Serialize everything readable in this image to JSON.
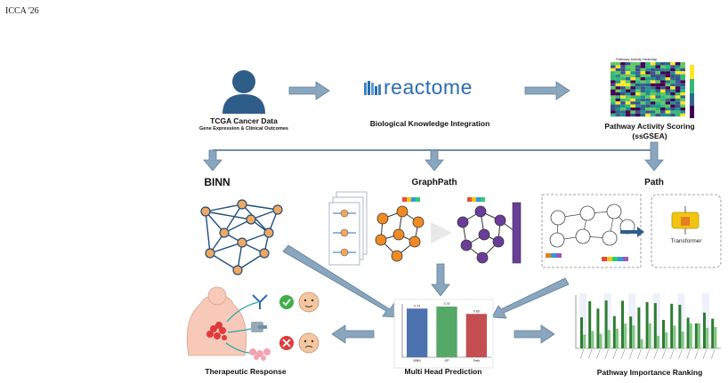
{
  "header": {
    "conference": "ICCA '26"
  },
  "top_row": {
    "tcga": {
      "title": "TCGA Cancer Data",
      "subtitle": "Gene Expression & Clinical Outcomes"
    },
    "reactome": {
      "logo_text": "reactome",
      "caption": "Biological Knowledge Integration"
    },
    "ssgsea": {
      "caption_line1": "Pathway Activity Scoring",
      "caption_line2": "(ssGSEA)",
      "heatmap_title": "Pathway Activity Heatmap"
    }
  },
  "models": {
    "binn": {
      "title": "BINN"
    },
    "graphpath": {
      "title": "GraphPath"
    },
    "path": {
      "title": "Path",
      "transformer_label": "Transformer"
    }
  },
  "bottom_row": {
    "therapeutic": {
      "caption": "Therapeutic Response"
    },
    "multihead": {
      "caption": "Multi Head Prediction"
    },
    "importance": {
      "caption": "Pathway Importance Ranking"
    }
  },
  "chart_data": [
    {
      "type": "bar",
      "categories": [
        "BINN",
        "GP",
        "Path"
      ],
      "values": [
        0.73,
        0.76,
        0.65
      ],
      "colors": [
        "#4c72b0",
        "#55a868",
        "#c44e52"
      ],
      "ylim": [
        0,
        0.8
      ],
      "title": "",
      "xlabel": "",
      "ylabel": ""
    }
  ],
  "colors": {
    "arrow": "#8aa6be",
    "arrow_stroke": "#5f7f99",
    "person": "#2f5d8a",
    "reactome_blue": "#2b6cb0",
    "binn_node": "#f0a860",
    "graph_orange": "#f08a24",
    "graph_purple": "#6a3d9a",
    "importance_green": "#2e7d32"
  }
}
